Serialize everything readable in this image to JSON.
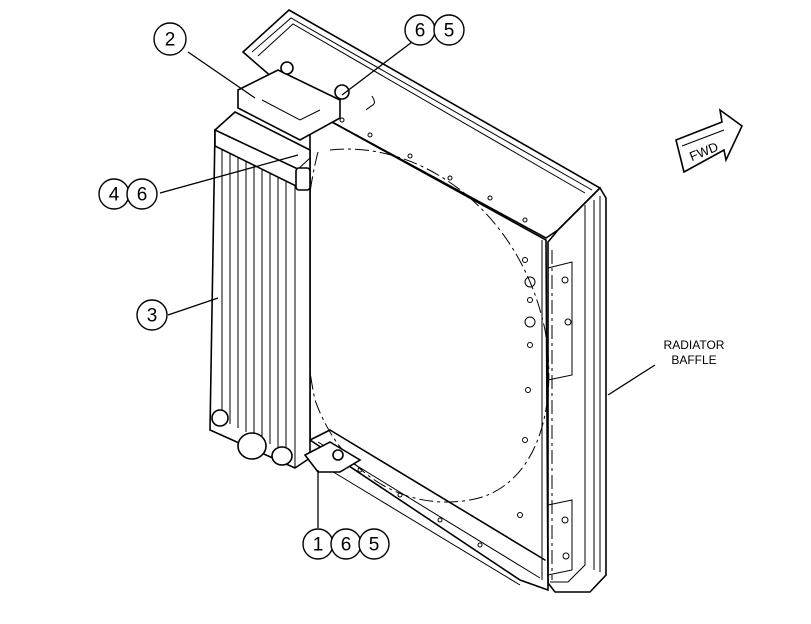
{
  "callouts": {
    "c2": [
      "2"
    ],
    "c65": [
      "6",
      "5"
    ],
    "c46": [
      "4",
      "6"
    ],
    "c3": [
      "3"
    ],
    "c165": [
      "1",
      "6",
      "5"
    ]
  },
  "labels": {
    "baffle_line1": "RADIATOR",
    "baffle_line2": "BAFFLE",
    "fwd": "FWD"
  },
  "colors": {
    "line": "#000000",
    "background": "#ffffff"
  }
}
